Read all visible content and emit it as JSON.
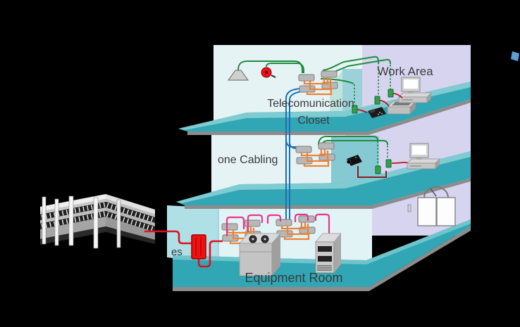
{
  "diagram": {
    "type": "structured-cabling-system-diagram",
    "labels": {
      "work_area": "Work Area",
      "telecom_closet_line1": "Telecomunication",
      "telecom_closet_line2": "Closet",
      "backbone_cabling_partial": "one Cabling",
      "equipment_room": "Equipment Room",
      "entrance_facilities_partial": "es"
    },
    "components": [
      "office-building",
      "entrance-cable",
      "demarcation-box",
      "patch-panel-top",
      "patch-panel-middle",
      "patch-panel-equipment-left",
      "patch-panel-equipment-right",
      "pbx-unit",
      "server-tower",
      "ceiling-lamp",
      "fire-alarm-bell",
      "desktop-computer-top",
      "desktop-computer-middle",
      "printer",
      "telephone",
      "security-camera",
      "elevator",
      "wall-outlets",
      "backbone-cable",
      "horizontal-cables"
    ],
    "colors": {
      "background": "#000000",
      "floor_teal": "#31A6B4",
      "floor_highlight": "#7FCBD2",
      "floor_edge_gray": "#8C8C8C",
      "wall_cyan": "#E6F3F5",
      "wall_left_cyan": "#AFE0E6",
      "partition_teal": "#85C9D3",
      "exterior_lavender": "#D7D4F0",
      "cable_green": "#1E8C3E",
      "cable_blue": "#1B6FB5",
      "cable_pink": "#E8368C",
      "cable_red": "#E01020",
      "cable_dark_red": "#8B1F1F",
      "cross_connect_orange": "#F08233",
      "outlet_green": "#2FA14C",
      "demarc_red": "#EE1111"
    }
  }
}
